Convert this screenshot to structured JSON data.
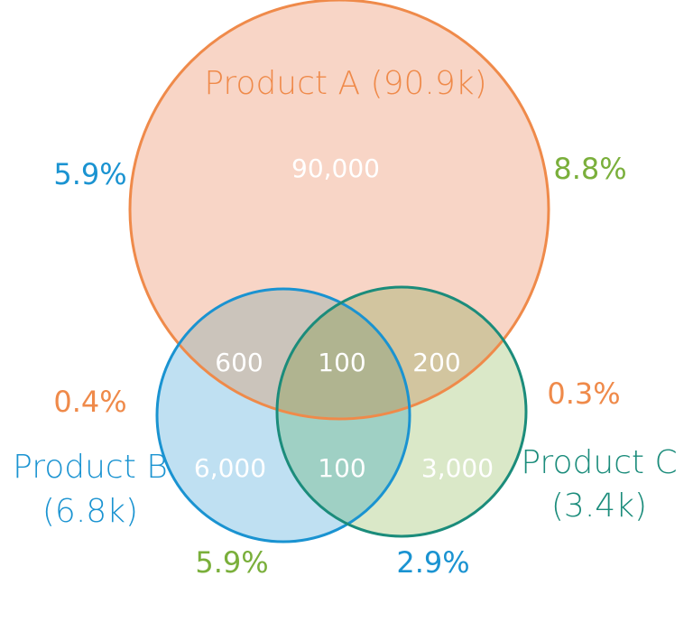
{
  "sets": [
    {
      "key": "A",
      "label": "Product A (90.9k)",
      "fill": "#f8d5c6",
      "stroke": "#ef8a4a"
    },
    {
      "key": "B",
      "label_line1": "Product B",
      "label_line2": "(6.8k)",
      "fill": "#bfe0f2",
      "stroke": "#1a93d1"
    },
    {
      "key": "C",
      "label_line1": "Product C",
      "label_line2": "(3.4k)",
      "fill": "#dae8c8",
      "stroke": "#1b8c7b"
    }
  ],
  "regions": {
    "a_only": "90,000",
    "ab": "600",
    "abc": "100",
    "ac": "200",
    "b_only": "6,000",
    "bc": "100",
    "c_only": "3,000"
  },
  "percentages": {
    "top_left": {
      "text": "5.9%",
      "color": "#1a93d1"
    },
    "top_right": {
      "text": "8.8%",
      "color": "#7aaf3b"
    },
    "mid_left": {
      "text": "0.4%",
      "color": "#ef8a4a"
    },
    "mid_right": {
      "text": "0.3%",
      "color": "#ef8a4a"
    },
    "bottom_left": {
      "text": "5.9%",
      "color": "#7aaf3b"
    },
    "bottom_right": {
      "text": "2.9%",
      "color": "#1a93d1"
    }
  },
  "overlap_colors": {
    "ab": "#cbc4bb",
    "ac": "#d2c59f",
    "bc": "#9fd0c4",
    "abc": "#b0b490"
  }
}
